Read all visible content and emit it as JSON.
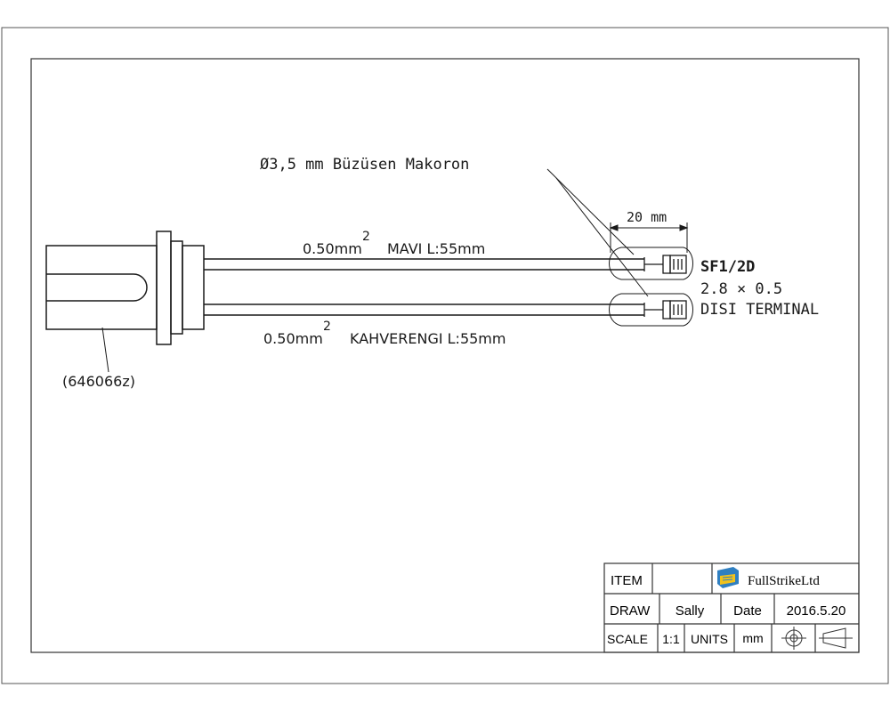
{
  "drawing": {
    "sleeve_note": "Ø3,5 mm Büzüsen Makoron",
    "dimension": "20 mm",
    "wire_top": {
      "gauge": "0.50mm",
      "sup": "2",
      "desc": "MAVI L:55mm"
    },
    "wire_bottom": {
      "gauge": "0.50mm",
      "sup": "2",
      "desc": "KAHVERENGI L:55mm"
    },
    "terminal": {
      "code": "SF1/2D",
      "size": "2.8 × 0.5",
      "type": "DISI TERMINAL"
    },
    "connector_part": "(646066z)"
  },
  "title_block": {
    "item_label": "ITEM",
    "item_value": "",
    "company": "FullStrikeLtd",
    "draw_label": "DRAW",
    "draw_value": "Sally",
    "date_label": "Date",
    "date_value": "2016.5.20",
    "scale_label": "SCALE",
    "scale_value": "1:1",
    "units_label": "UNITS",
    "units_value": "mm"
  },
  "colors": {
    "line": "#1a1a1a",
    "logo_blue": "#2f7fc1",
    "logo_yellow": "#f2c21b"
  },
  "icons": [
    "projection-symbol-icon",
    "company-logo-icon"
  ]
}
